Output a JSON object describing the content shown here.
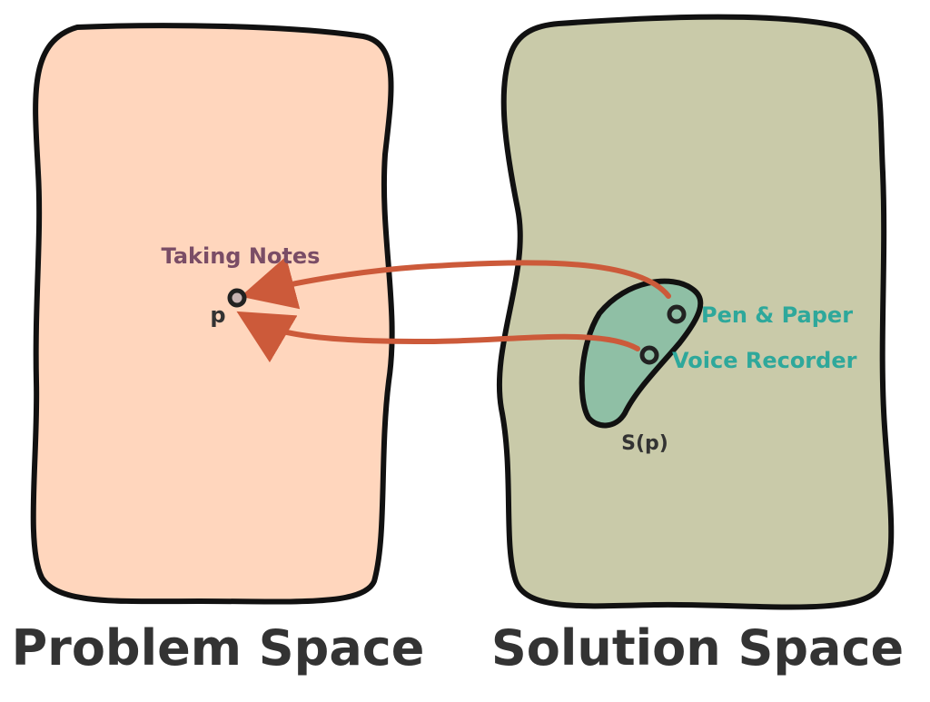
{
  "colors": {
    "background": "#ffffff",
    "problem_fill": "#ffd6bd",
    "solution_fill": "#c9caa9",
    "subset_fill": "#8fbfa5",
    "outline": "#111111",
    "arrow": "#cc5a3a",
    "problem_label": "#7a4d66",
    "solution_label": "#2ea89b",
    "text_dark": "#333333"
  },
  "problem_space": {
    "title": "Problem Space",
    "problem_label": "Taking Notes",
    "point_label": "p"
  },
  "solution_space": {
    "title": "Solution Space",
    "subset_label": "S(p)",
    "solutions": [
      {
        "label": "Pen & Paper"
      },
      {
        "label": "Voice Recorder"
      }
    ]
  }
}
